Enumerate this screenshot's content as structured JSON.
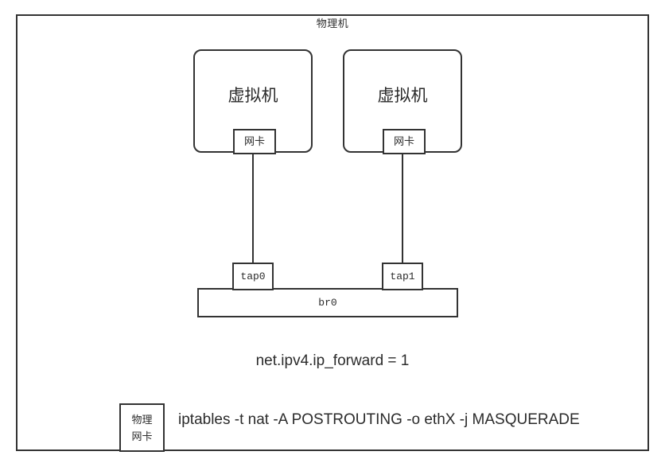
{
  "diagram": {
    "host": {
      "label": "物理机",
      "border_color": "#333333",
      "background": "#ffffff"
    },
    "vms": [
      {
        "id": "vm-left",
        "title": "虚拟机",
        "nic_label": "网卡",
        "tap_label": "tap0"
      },
      {
        "id": "vm-right",
        "title": "虚拟机",
        "nic_label": "网卡",
        "tap_label": "tap1"
      }
    ],
    "bridge": {
      "label": "br0"
    },
    "sysctl": {
      "text": "net.ipv4.ip_forward = 1"
    },
    "physical_nic": {
      "label": "物理\n网卡"
    },
    "iptables": {
      "command": "iptables -t nat -A POSTROUTING -o ethX -j MASQUERADE"
    }
  }
}
